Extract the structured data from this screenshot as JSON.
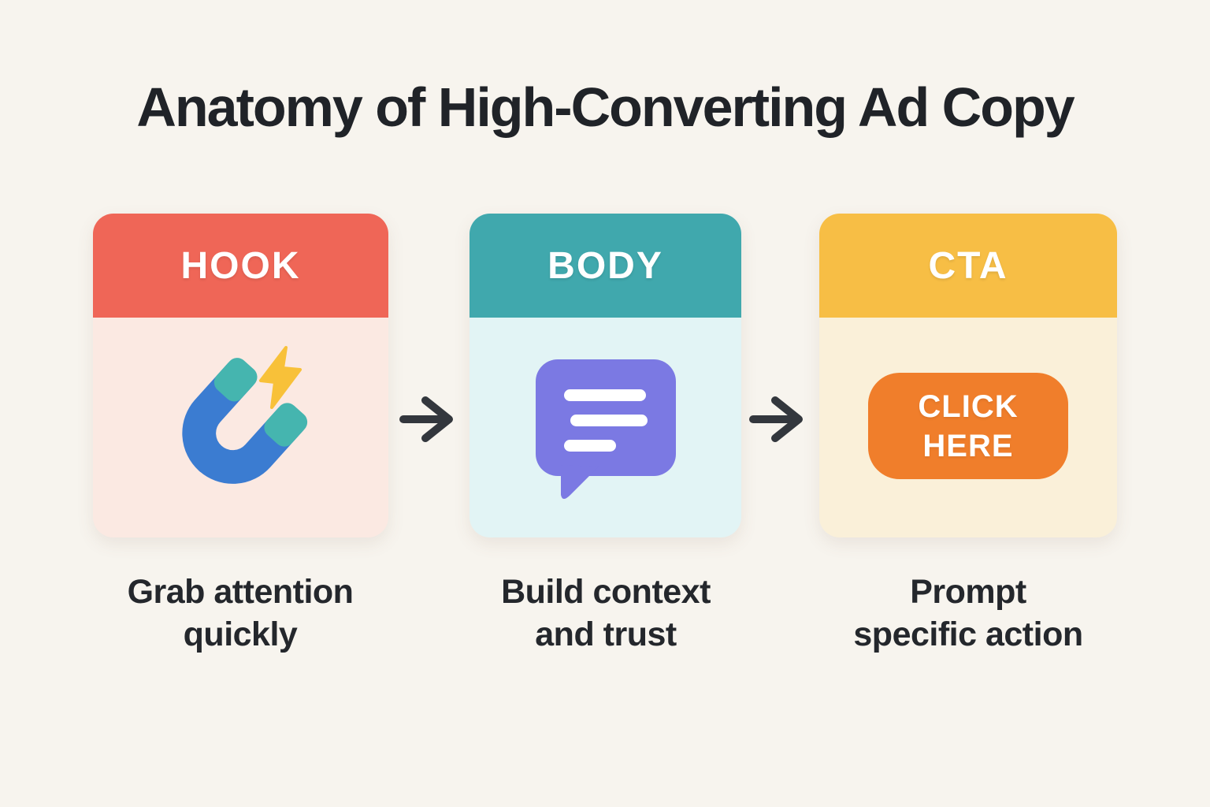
{
  "page": {
    "title": "Anatomy of High-Converting Ad Copy",
    "background_color": "#F7F4EE",
    "title_color": "#202328"
  },
  "cards": [
    {
      "label": "HOOK",
      "caption": "Grab attention\nquickly",
      "icon": "magnet-lightning-icon",
      "colors": {
        "header": "#EF6657",
        "body": "#FBE9E2"
      }
    },
    {
      "label": "BODY",
      "caption": "Build context\nand trust",
      "icon": "speech-bubble-icon",
      "colors": {
        "header": "#40A8AD",
        "body": "#E2F4F5"
      }
    },
    {
      "label": "CTA",
      "caption": "Prompt\nspecific action",
      "icon": "click-here-button",
      "colors": {
        "header": "#F7BE45",
        "body": "#FAF0D9"
      },
      "button": {
        "label": "CLICK\nHERE",
        "color": "#F07E2B",
        "text_color": "#FFFFFF"
      }
    }
  ],
  "flow": {
    "arrow_color": "#33373D",
    "arrow_count": 2
  },
  "icon_colors": {
    "magnet_blue": "#3B7CD1",
    "magnet_tip_teal": "#45B5AF",
    "lightning_yellow": "#F8C139",
    "bubble_purple": "#7B79E3",
    "bubble_lines_white": "#FFFFFF"
  }
}
